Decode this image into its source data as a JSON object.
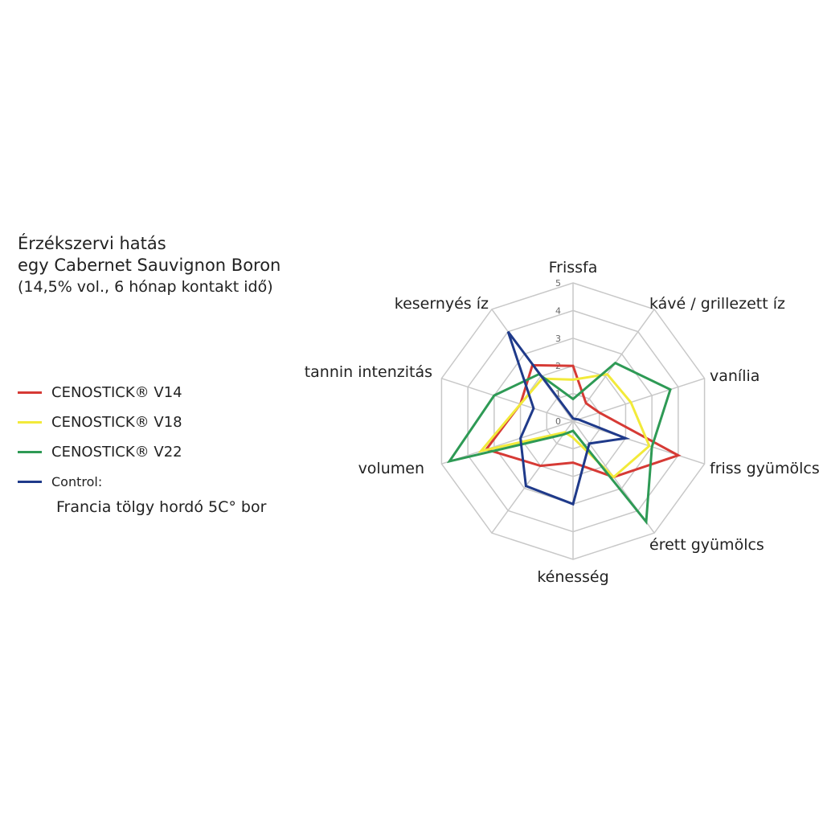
{
  "title": {
    "line1": "Érzékszervi hatás",
    "line2": "egy Cabernet Sauvignon Boron",
    "line3": "(14,5% vol., 6 hónap kontakt idő)"
  },
  "legend": {
    "control_note": "Francia tölgy hordó 5C° bor"
  },
  "chart_data": {
    "type": "radar",
    "title": "Érzékszervi hatás egy Cabernet Sauvignon Boron (14,5% vol., 6 hónap kontakt idő)",
    "axes": [
      "Frissfa",
      "kávé / grillezett íz",
      "vanília",
      "friss gyümölcs",
      "érett gyümölcs",
      "kénesség",
      "",
      "volumen",
      "tannin intenzitás",
      "kesernyés íz"
    ],
    "ticks": [
      "0",
      "1",
      "2",
      "3",
      "4",
      "5"
    ],
    "range": [
      0,
      5
    ],
    "grid": true,
    "legend_placement": "left",
    "series": [
      {
        "name": "CENOSTICK® V14",
        "color": "#d63a35",
        "values": [
          2.0,
          0.8,
          1.0,
          4.0,
          2.5,
          1.5,
          2.0,
          3.3,
          2.0,
          2.5
        ]
      },
      {
        "name": "CENOSTICK® V18",
        "color": "#f2ea3a",
        "values": [
          1.5,
          2.1,
          2.2,
          2.9,
          2.5,
          0.6,
          0.5,
          3.5,
          2.0,
          1.9
        ]
      },
      {
        "name": "CENOSTICK® V22",
        "color": "#2e9a55",
        "values": [
          0.8,
          2.6,
          3.7,
          3.0,
          4.5,
          0.35,
          0.6,
          4.7,
          3.0,
          2.1
        ]
      },
      {
        "name": "Control:",
        "color": "#1f3a8a",
        "values": [
          0.1,
          0.1,
          0.2,
          2.0,
          1.0,
          3.0,
          2.9,
          2.0,
          1.5,
          4.0
        ]
      }
    ]
  }
}
